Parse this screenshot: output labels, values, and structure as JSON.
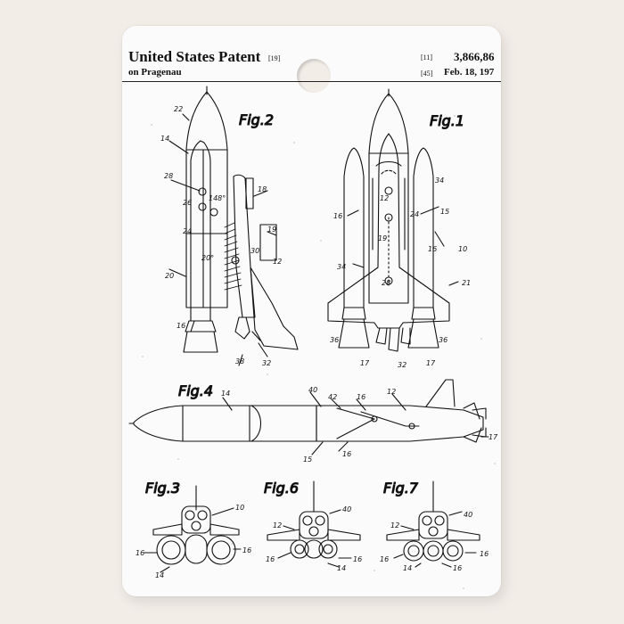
{
  "header": {
    "title": "United States Patent",
    "code_19": "[19]",
    "inventor": "on Pragenau",
    "code_11": "[11]",
    "patent_number": "3,866,86",
    "code_45": "[45]",
    "date": "Feb. 18, 197"
  },
  "figures": {
    "fig1": "Fig.1",
    "fig2": "Fig.2",
    "fig3": "Fig.3",
    "fig4": "Fig.4",
    "fig6": "Fig.6",
    "fig7": "Fig.7"
  },
  "refs": {
    "r22": "22",
    "r14": "14",
    "r28": "28",
    "r26": "26",
    "r148": "148°",
    "r24": "24",
    "r20deg": "20°",
    "r20": "20",
    "r16": "16",
    "r18": "18",
    "r30": "30",
    "r19": "19",
    "r12": "12",
    "r38": "38",
    "r32": "32",
    "r34": "34",
    "r15": "15",
    "r10": "10",
    "r21": "21",
    "r36": "36",
    "r17": "17",
    "r40": "40",
    "r42": "42"
  },
  "colors": {
    "background": "#f3ede8",
    "board": "#fbfbfb",
    "ink": "#111111"
  }
}
